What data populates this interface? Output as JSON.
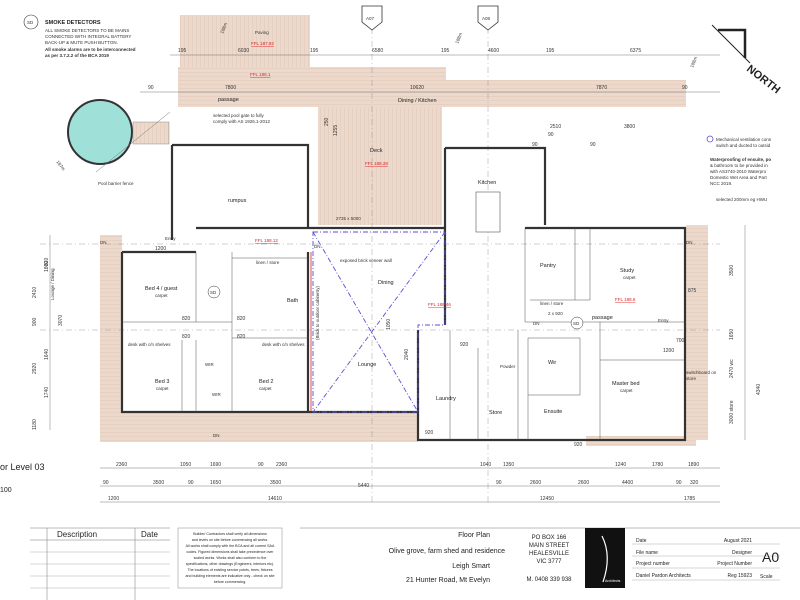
{
  "notes": {
    "sd_symbol": "SD",
    "smoke_title": "SMOKE DETECTORS",
    "smoke_lines": [
      "ALL SMOKE DETECTORS TO BE MAINS",
      "CONNECTED WITH INTEGRAL BATTERY",
      "BACK-UP & MUTE PUSH BUTTON."
    ],
    "smoke_bold": [
      "All smoke alarms are to be interconnected",
      "as per 3.7.2.2 of the BCA 2019"
    ],
    "mech_vent": [
      "Mechanical ventilation conn",
      "switch and ducted to outsid"
    ],
    "waterproof": [
      "Waterproofing of ensuite, po",
      "& bathroom to be provided in",
      "with AS3740-2010 Waterpro",
      "Domestic Wet Area and Part",
      "NCC 2019."
    ],
    "hwu": "selected 200mm eg HWU",
    "pool_gate": [
      "selected pool gate to fully",
      "comply with AS 1926.1-2012"
    ],
    "pool_fence": "Pool barrier fence",
    "brick_veneer": "exposed brick veneer wall",
    "cavity": "(Brick to outdoor cabinetry)",
    "switchboard": [
      "switchboard on",
      "store"
    ]
  },
  "grid": {
    "a07": "A07",
    "a08": "A08"
  },
  "north": "NORTH",
  "angles": {
    "a1": "188m",
    "a2": "188m",
    "a3": "188m",
    "a4": "187m"
  },
  "levels": {
    "paving": "Paving",
    "ffl1": "FFL 187.92",
    "ffl2": "FFL 188.1",
    "deck_ffl": "FFL 188.28",
    "entry_ffl": "FFL 188.12",
    "dining_ffl": "FFL 188.46",
    "study_ffl": "FFL 188.6"
  },
  "rooms": {
    "passage_top": "passage",
    "dining_kitchen": "Dining / Kitchen",
    "deck": "Deck",
    "rumpus": "rumpus",
    "kitchen": "Kitchen",
    "entry_left": "Entry",
    "dn": "DN",
    "bed4": "Bed 4 / guest",
    "carpet": "carpet",
    "linen_store": "linen / store",
    "bath": "Bath",
    "dining": "Dining",
    "pantry": "Pantry",
    "study": "Study",
    "linen_store2": "linen / store",
    "passage_right": "passage",
    "entry_right": "Entry",
    "desk": "desk with c/n shelves",
    "wir": "WIR",
    "bed3": "Bed 3",
    "bed2": "Bed 2",
    "lounge": "Lounge",
    "laundry": "Laundry",
    "powder": "Powder",
    "wir2": "Wir",
    "store": "Store",
    "ensuite": "Ensuite",
    "master": "Master bed",
    "lounge_dining": "Lounge / Dining",
    "two_x_920": "2 x 920"
  },
  "dims": {
    "top": [
      "195",
      "6030",
      "195",
      "6580",
      "195",
      "4600",
      "195",
      "6375"
    ],
    "row2": [
      "90",
      "7800",
      "10620",
      "7870",
      "90"
    ],
    "row3": [
      "2510",
      "90",
      "3800"
    ],
    "bottom1": [
      "2360",
      "1050",
      "1690",
      "90",
      "2360",
      "1040",
      "1350",
      "1240",
      "1780",
      "1890"
    ],
    "bottom2": [
      "90",
      "3500",
      "90",
      "1650",
      "3500",
      "90",
      "2600",
      "2600",
      "4400",
      "90",
      "320"
    ],
    "bottom3": [
      "1200",
      "14610",
      "5440",
      "12450",
      "1785"
    ],
    "left": [
      "1800",
      "820",
      "2410",
      "900",
      "3070",
      "1640",
      "2920",
      "1740",
      "1180"
    ],
    "right": [
      "3500",
      "2470 wc",
      "4340",
      "1650",
      "3000 store"
    ],
    "misc": [
      "820",
      "820",
      "820",
      "820",
      "1200",
      "920",
      "875",
      "700",
      "1200",
      "2040",
      "1050",
      "2735 x 5000",
      "920",
      "920",
      "1255",
      "250",
      "90",
      "90"
    ]
  },
  "floor_label": "or Level 03",
  "scale_label": "100",
  "revision": {
    "desc": "Description",
    "date": "Date"
  },
  "builder_note": [
    "Builder/ Contractors shall verify all dimensions",
    "and levels on site before commencing all works.",
    "All works shall comply with the BCA and all current SAA",
    "codes. Figured dimensions shall take precedence over",
    "scaled works. Works shall also conform to the",
    "specifications, other drawings (Engineers, interiors etc).",
    "The locations of existing service points, trees, fixtures",
    "and building elements are indicative only - check on site",
    "before commencing."
  ],
  "title_block": {
    "drawing": "Floor Plan",
    "project": "Olive grove, farm shed and residence",
    "client": "Leigh Smart",
    "address": "21 Hunter Road, Mt Evelyn",
    "po": [
      "PO BOX 166",
      "MAIN STREET",
      "HEALESVILLE",
      "VIC 3777"
    ],
    "phone": "M. 0408 339 938",
    "brand": "Architects",
    "fields": [
      {
        "label": "Date",
        "value": "August 2021"
      },
      {
        "label": "File name",
        "value": "Designer"
      },
      {
        "label": "Project number",
        "value": "Project Number"
      },
      {
        "label": "Daniel Pardon Architects",
        "value": "Reg 15923"
      }
    ],
    "sheet": "A0",
    "scale": "Scale"
  },
  "colors": {
    "hatch": "#e8d2c4",
    "pool": "#9fe0d8",
    "blue": "#5a4fd6",
    "red": "#d22222"
  }
}
